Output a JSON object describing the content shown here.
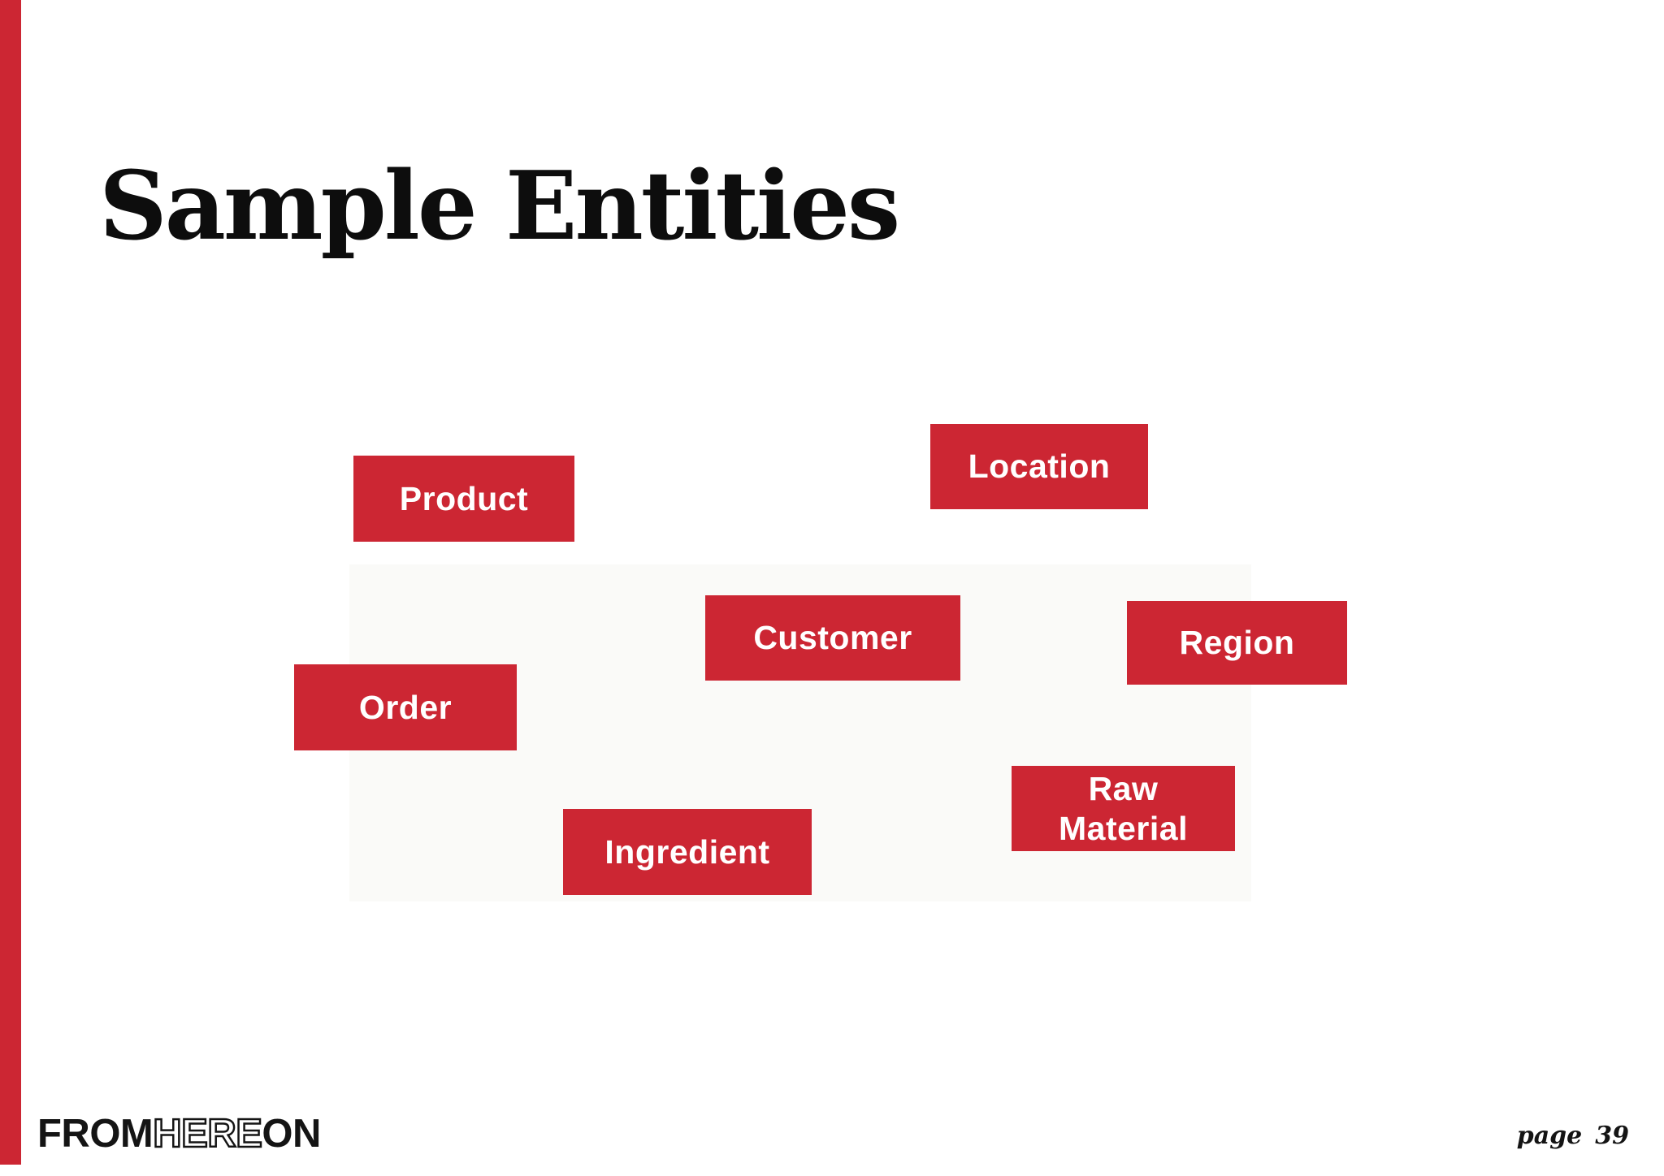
{
  "slide": {
    "title": "Sample Entities",
    "accent_color": "#CC2633",
    "background_color": "#FFFFFF",
    "entity_text_color": "#FFFFFF"
  },
  "entities": [
    {
      "label": "Product"
    },
    {
      "label": "Location"
    },
    {
      "label": "Customer"
    },
    {
      "label": "Region"
    },
    {
      "label": "Order"
    },
    {
      "label": "Raw\nMaterial"
    },
    {
      "label": "Ingredient"
    }
  ],
  "footer": {
    "logo_part1": "FROM",
    "logo_part2": "HERE",
    "logo_part3": "ON",
    "page_label": "page",
    "page_number": "39"
  }
}
